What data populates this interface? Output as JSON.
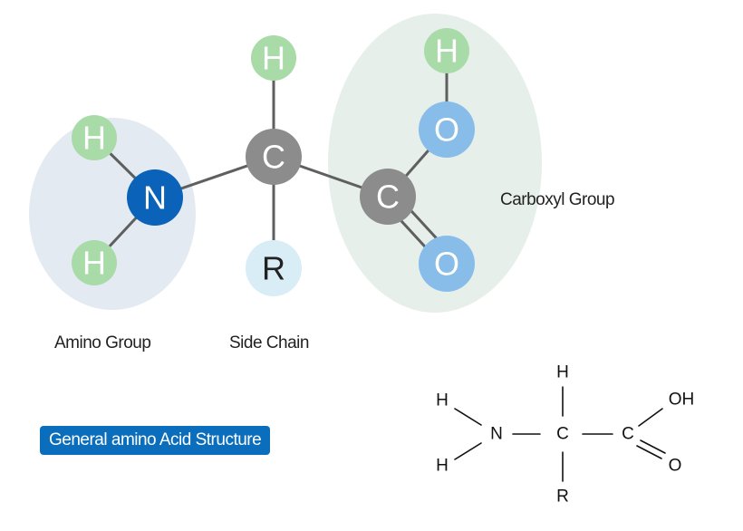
{
  "atoms": {
    "h_top": "H",
    "c_alpha": "C",
    "r_side": "R",
    "n_amino": "N",
    "h_amino_upper": "H",
    "h_amino_lower": "H",
    "c_carboxyl": "C",
    "o_hydroxyl": "O",
    "h_hydroxyl": "H",
    "o_carbonyl": "O"
  },
  "labels": {
    "amino_group": "Amino Group",
    "side_chain": "Side Chain",
    "carboxyl_group": "Carboxyl Group"
  },
  "badge": "General amino Acid Structure",
  "formula": {
    "h_upper_left": "H",
    "h_lower_left": "H",
    "n": "N",
    "h_top": "H",
    "c_alpha": "C",
    "r_bottom": "R",
    "c_carboxyl": "C",
    "oh": "OH",
    "o": "O"
  },
  "colors": {
    "hydrogen": "#a8dba8",
    "carbon": "#8c8c8c",
    "nitrogen": "#0a63b8",
    "oxygen": "#87bde8",
    "side_chain": "#d9edf7",
    "amino_region": "#e3eaf2",
    "carboxyl_region": "#e6efea",
    "badge": "#0a6ebd"
  }
}
